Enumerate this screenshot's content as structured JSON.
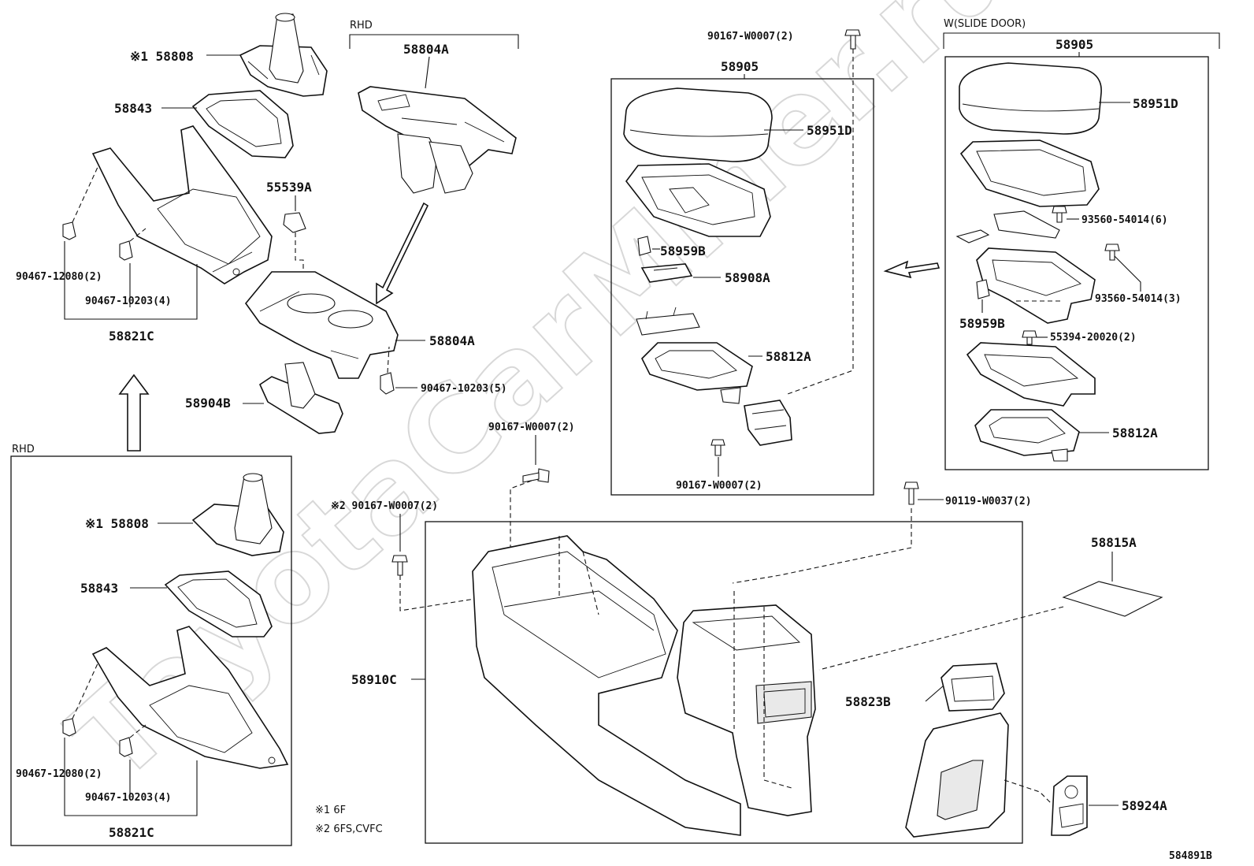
{
  "watermark": "ToyotaCarMiner.ru",
  "diagram_code": "584891B",
  "notes": [
    {
      "mark": "※1",
      "text": "6F"
    },
    {
      "mark": "※2",
      "text": "6FS,CVFC"
    }
  ],
  "section_labels": {
    "rhd_top": "RHD",
    "rhd_bottom": "RHD",
    "slide_door": "W(SLIDE DOOR)"
  },
  "parts": {
    "p58808_top": "※1 58808",
    "p58843_top": "58843",
    "p90467_12080_top": "90467-12080(2)",
    "p90467_10203_top": "90467-10203(4)",
    "p58821c_top": "58821C",
    "p58804a_rhd": "58804A",
    "p55539a": "55539A",
    "p58804a": "58804A",
    "p90467_10203_5": "90467-10203(5)",
    "p58904b": "58904B",
    "p58808_bottom": "※1 58808",
    "p58843_bottom": "58843",
    "p90467_12080_bottom": "90467-12080(2)",
    "p90467_10203_bottom": "90467-10203(4)",
    "p58821c_bottom": "58821C",
    "p90167_top": "90167-W0007(2)",
    "p58905_mid": "58905",
    "p58951d_mid": "58951D",
    "p58959b_mid": "58959B",
    "p58908a": "58908A",
    "p58812a_mid": "58812A",
    "p90167_mid": "90167-W0007(2)",
    "p90167_left": "90167-W0007(2)",
    "p90167_note2": "※2 90167-W0007(2)",
    "p90119": "90119-W0037(2)",
    "p58910c": "58910C",
    "p58815a": "58815A",
    "p58823b": "58823B",
    "p58924a": "58924A",
    "p58905_right": "58905",
    "p58951d_right": "58951D",
    "p93560_6": "93560-54014(6)",
    "p93560_3": "93560-54014(3)",
    "p58959b_right": "58959B",
    "p55394": "55394-20020(2)",
    "p58812a_right": "58812A"
  }
}
